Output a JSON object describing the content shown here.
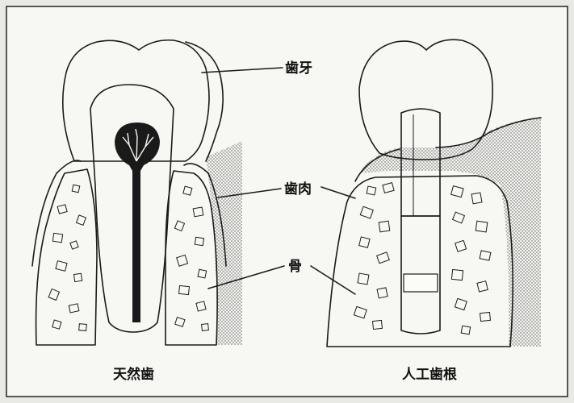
{
  "labels": {
    "tooth": "歯牙",
    "gum": "歯肉",
    "bone": "骨"
  },
  "captions": {
    "natural": "天然歯",
    "implant": "人工歯根"
  }
}
